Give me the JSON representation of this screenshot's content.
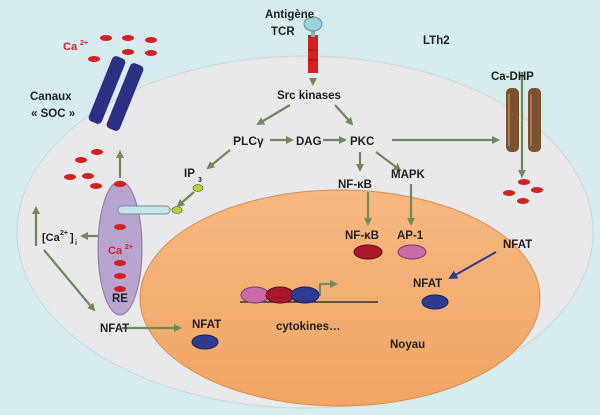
{
  "labels": {
    "antigen": "Antigène",
    "tcr": "TCR",
    "lth2": "LTh2",
    "src": "Src kinases",
    "plc": "PLCγ",
    "dag": "DAG",
    "pkc": "PKC",
    "ip3": "IP",
    "ip3_sub": "3",
    "nfkb_top": "NF-κB",
    "mapk": "MAPK",
    "nfkb_nuc": "NF-κB",
    "ap1": "AP-1",
    "nfat_nuc": "NFAT",
    "nfat_right": "NFAT",
    "nfat_left": "NFAT",
    "nfat_bottom": "NFAT",
    "cytokines": "cytokines…",
    "noyau": "Noyau",
    "re": "RE",
    "ca_top": "Ca",
    "ca_top_sup": "2+",
    "ca_re": "Ca",
    "ca_re_sup": "2+",
    "canaux": "Canaux",
    "soc": "« SOC »",
    "cadhp": "Ca-DHP",
    "cai_open": "[Ca",
    "cai_sup": "2+",
    "cai_close": "]",
    "cai_sub": "i"
  },
  "colors": {
    "background": "#d6ecef",
    "cell": "#e9e9ec",
    "nucleus": "#f4ae73",
    "arrow": "#6e8a5a",
    "calcium": "#d42020",
    "soc_channel": "#2d2f83",
    "dhp_channel": "#7a5230",
    "er": "#b7a4cf",
    "nfat": "#2f3b8f",
    "nfkb": "#a8182a",
    "ap1": "#c96aa8",
    "tcr": "#d42020"
  }
}
